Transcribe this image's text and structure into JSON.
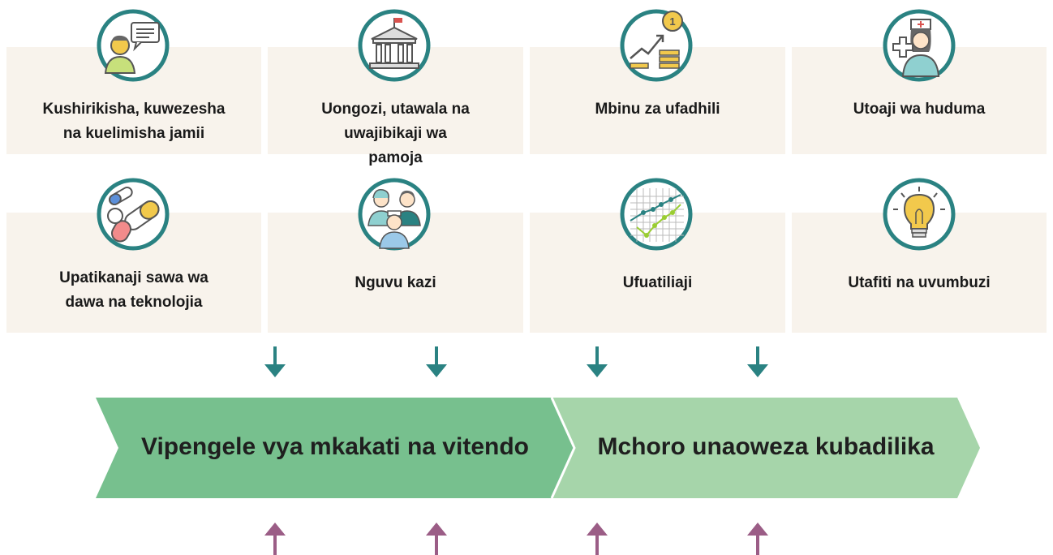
{
  "pillars": [
    {
      "label": "Kushirikisha, kuwezesha na kuelimisha jamii",
      "icon": "community-speech-icon"
    },
    {
      "label": "Uongozi, utawala na uwajibikaji wa pamoja",
      "icon": "government-building-icon"
    },
    {
      "label": "Mbinu za ufadhili",
      "icon": "financing-growth-icon"
    },
    {
      "label": "Utoaji wa huduma",
      "icon": "nurse-icon"
    },
    {
      "label": "Upatikanaji sawa wa dawa na teknolojia",
      "icon": "medicine-pills-icon"
    },
    {
      "label": "Nguvu kazi",
      "icon": "health-workforce-icon"
    },
    {
      "label": "Ufuatiliaji",
      "icon": "monitoring-chart-icon"
    },
    {
      "label": "Utafiti na uvumbuzi",
      "icon": "lightbulb-icon"
    }
  ],
  "flow": {
    "left_label": "Vipengele vya mkakati na vitendo",
    "right_label": "Mchoro unaoweza kubadilika"
  },
  "colors": {
    "panel_bg": "#f8f3ec",
    "teal": "#2a8282",
    "green_dark": "#77c08e",
    "green_light": "#a6d5aa",
    "purple": "#9b5d86",
    "accent_yellow": "#f2c94c"
  }
}
